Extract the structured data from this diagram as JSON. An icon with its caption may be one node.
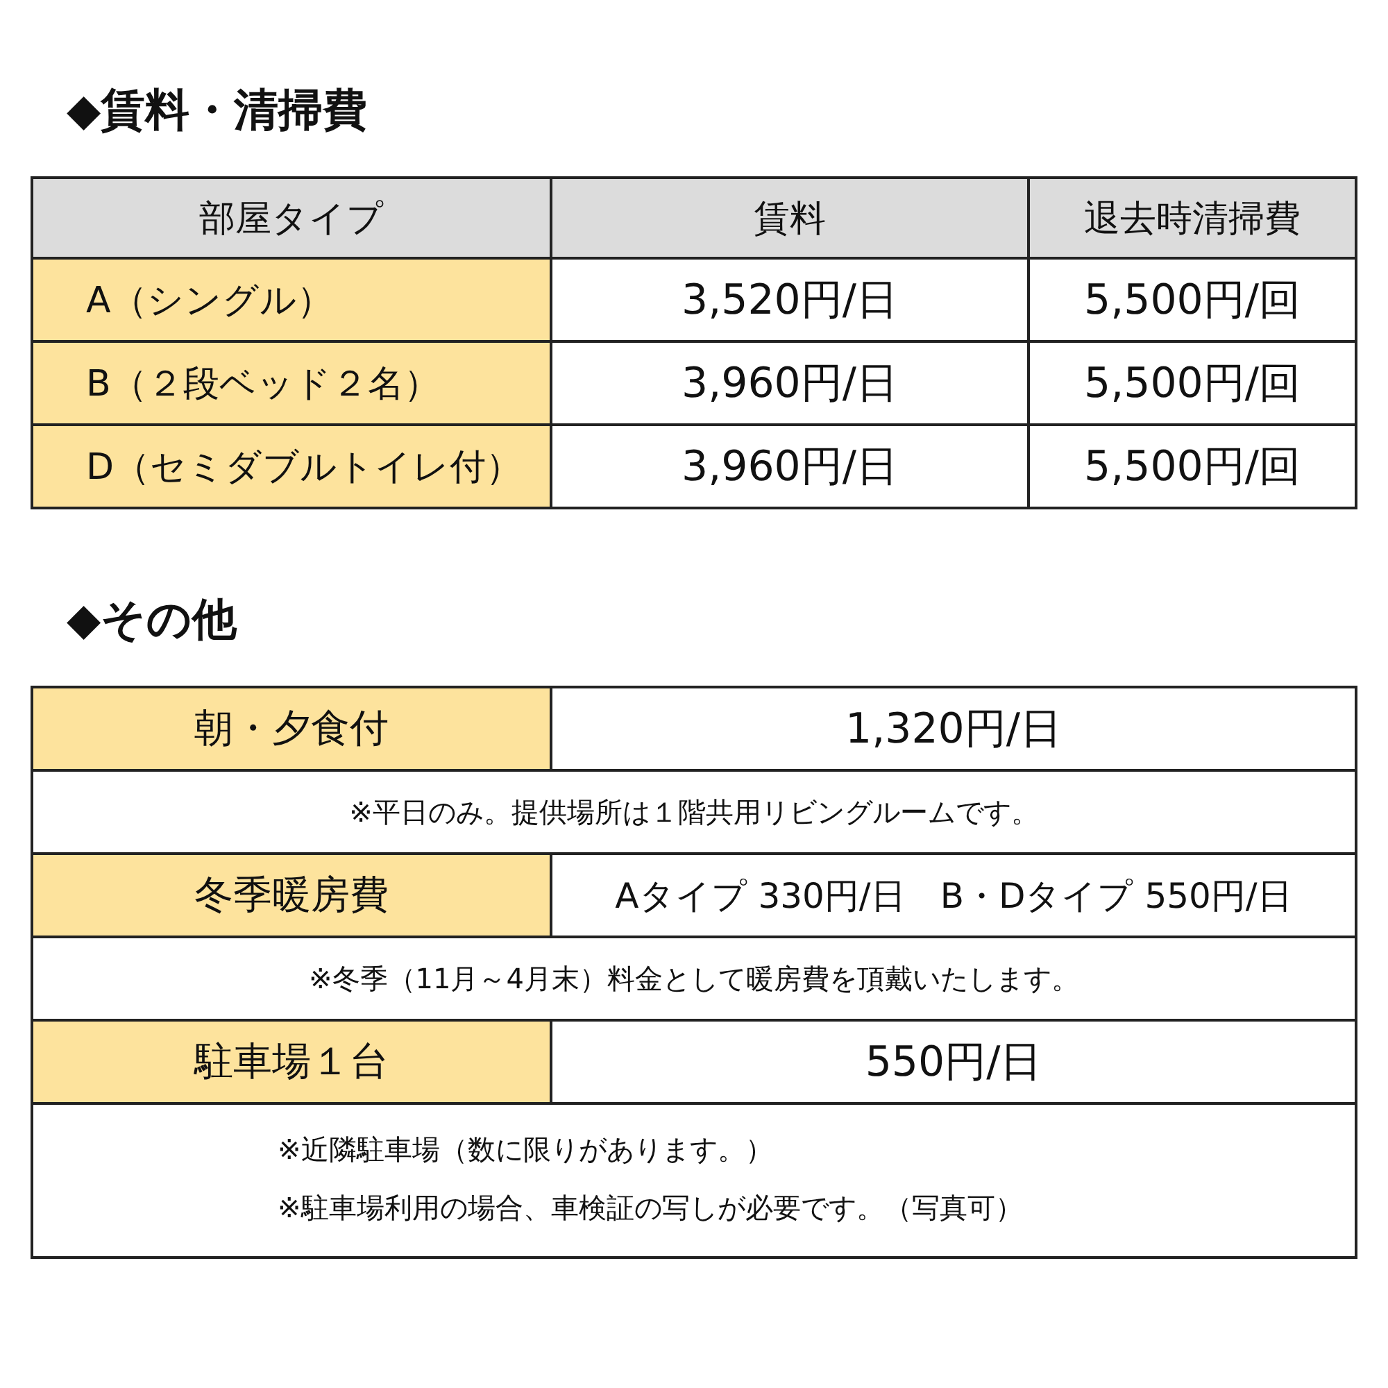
{
  "diagram": {
    "labels": [
      "◆賃料・清掃費",
      "部屋タイプ",
      "賃料",
      "退去時清掃費",
      "A（シングル）",
      "3,520円/日",
      "5,500円/回",
      "B（２段ベッド２名）",
      "3,960円/日",
      "5,500円/回",
      "D（セミダブルトイレ付）",
      "3,960円/日",
      "5,500円/回",
      "◆その他",
      "朝・夕食付",
      "1,320円/日",
      "※平日のみ。提供場所は１階共用リビングルームです。",
      "冬季暖房費",
      "Aタイプ 330円/日　B・Dタイプ 550円/日",
      "※冬季（11月～4月末）料金として暖房費を頂戴いたします。",
      "駐車場１台",
      "550円/日",
      "※近隣駐車場（数に限りがあります。）",
      "※駐車場利用の場合、車検証の写しが必要です。（写真可）"
    ]
  }
}
